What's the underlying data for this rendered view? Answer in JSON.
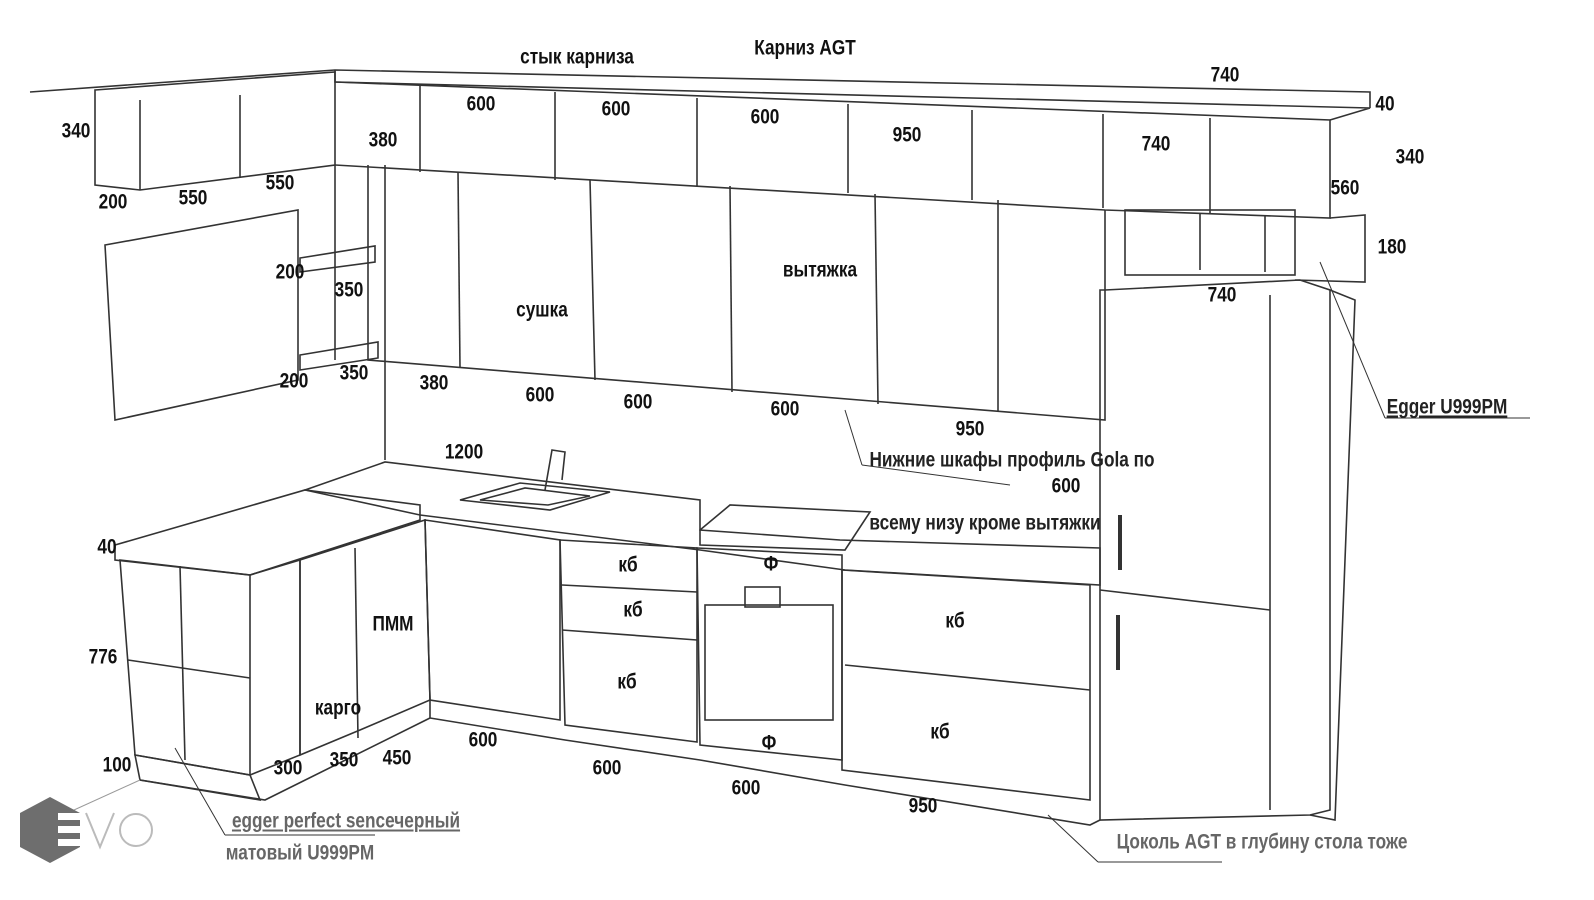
{
  "title_labels": {
    "cornice_joint": "стык карниза",
    "cornice": "Карниз AGT"
  },
  "upper": {
    "d740_top": "740",
    "d40": "40",
    "d340_left": "340",
    "d600_a": "600",
    "d600_b": "600",
    "d600_c": "600",
    "d950": "950",
    "d740": "740",
    "d340_right": "340",
    "d380": "380",
    "d560": "560",
    "d200": "200",
    "d550_a": "550",
    "d550_b": "550",
    "d180": "180",
    "d200_shelf": "200",
    "d350_shelf": "350",
    "d740_fridge": "740",
    "dryer": "сушка",
    "hood": "вытяжка"
  },
  "lower_upper_dims": {
    "d200": "200",
    "d350": "350",
    "d380": "380",
    "d600_a": "600",
    "d600_b": "600",
    "d600_c": "600",
    "d950": "950"
  },
  "notes": {
    "egger": "Egger U999PM",
    "gola_line1": "Нижние шкафы профиль Gola по",
    "gola_line2": "всему низу кроме вытяжки",
    "facade_line1": "egger perfect sencечерный",
    "facade_line2": "матовый U999PM",
    "plinth": "Цоколь AGT в глубину стола тоже"
  },
  "base": {
    "d1200": "1200",
    "d600_right": "600",
    "d40": "40",
    "kb1": "кб",
    "phi1": "Ф",
    "kb2": "кб",
    "dishwasher": "ПММ",
    "kb3": "кб",
    "d776": "776",
    "kb4": "кб",
    "cargo": "карго",
    "kb5": "кб",
    "phi2": "Ф",
    "d600_a": "600",
    "d100": "100",
    "d300": "300",
    "d350": "350",
    "d450": "450",
    "d600_b": "600",
    "d600_c": "600",
    "d950": "950"
  },
  "logo": "EVO"
}
